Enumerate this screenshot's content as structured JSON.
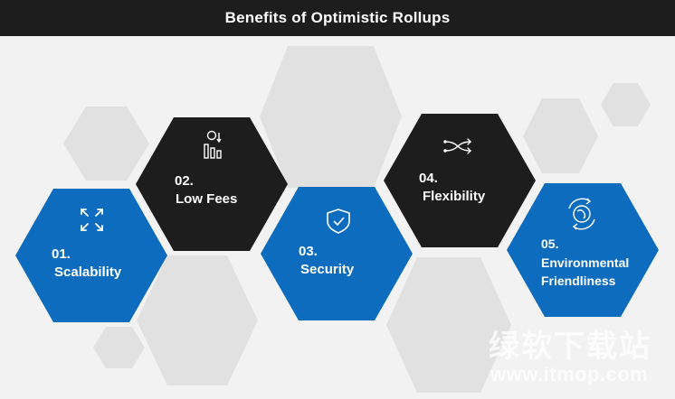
{
  "header": {
    "title": "Benefits of Optimistic Rollups"
  },
  "colors": {
    "blue": "#0d6cbd",
    "black": "#1d1d1d",
    "bg_hex": "#e1e1e1",
    "background": "#f2f2f2"
  },
  "benefits": [
    {
      "number": "01.",
      "label": "Scalability",
      "icon": "expand-arrows-icon",
      "color": "blue"
    },
    {
      "number": "02.",
      "label": "Low Fees",
      "icon": "coin-bar-chart-icon",
      "color": "black"
    },
    {
      "number": "03.",
      "label": "Security",
      "icon": "shield-check-icon",
      "color": "blue"
    },
    {
      "number": "04.",
      "label": "Flexibility",
      "icon": "shuffle-arrows-icon",
      "color": "black"
    },
    {
      "number": "05.",
      "label": "Environmental Friendliness",
      "label_lines": [
        "Environmental",
        "Friendliness"
      ],
      "icon": "eco-globe-icon",
      "color": "blue"
    }
  ],
  "watermark": {
    "line1": "绿软下载站",
    "line2": "www.itmop.com"
  }
}
